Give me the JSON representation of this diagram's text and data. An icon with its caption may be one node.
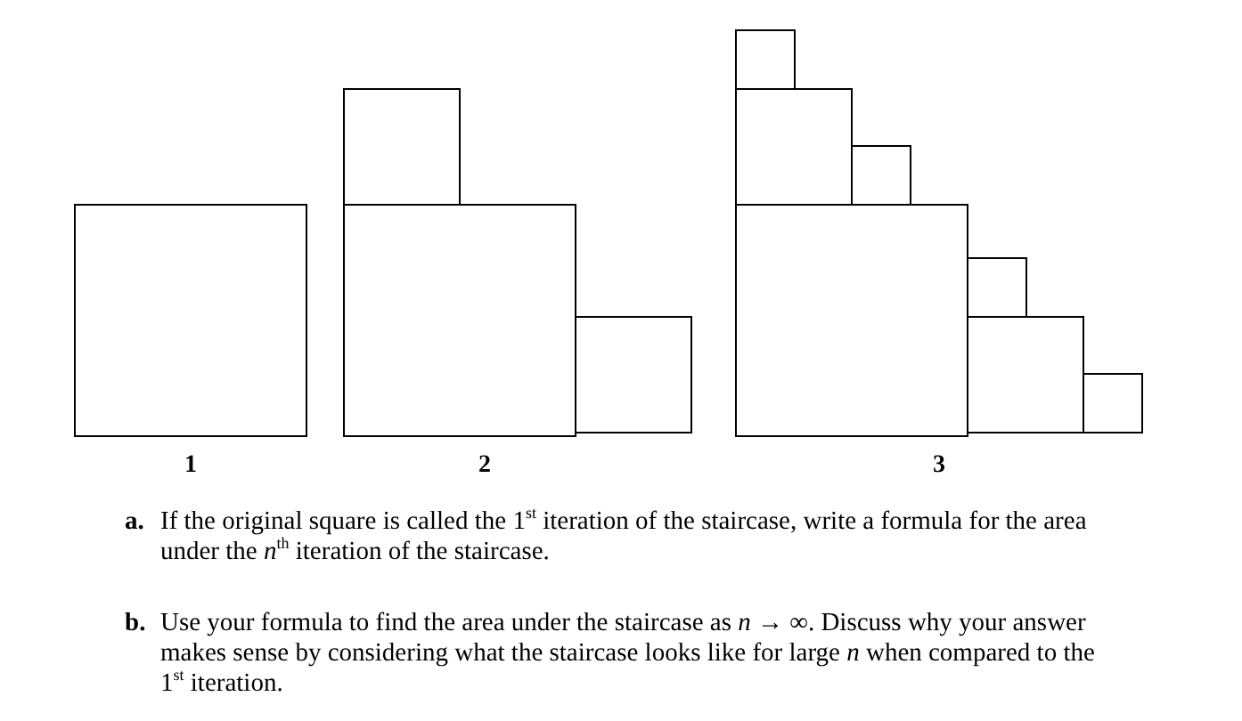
{
  "diagram": {
    "labels": [
      "1",
      "2",
      "3",
      "a.",
      "If the original square is called the 1$^{st}$ iteration of the staircase, write a formula for the area under the *n*$^{th}$ iteration of the staircase.",
      "b.",
      "Use your formula to find the area under the staircase as *n* → ∞.  Discuss why your answer makes sense by considering what the staircase looks like for large *n* when compared to the 1$^{st}$ iteration."
    ]
  }
}
